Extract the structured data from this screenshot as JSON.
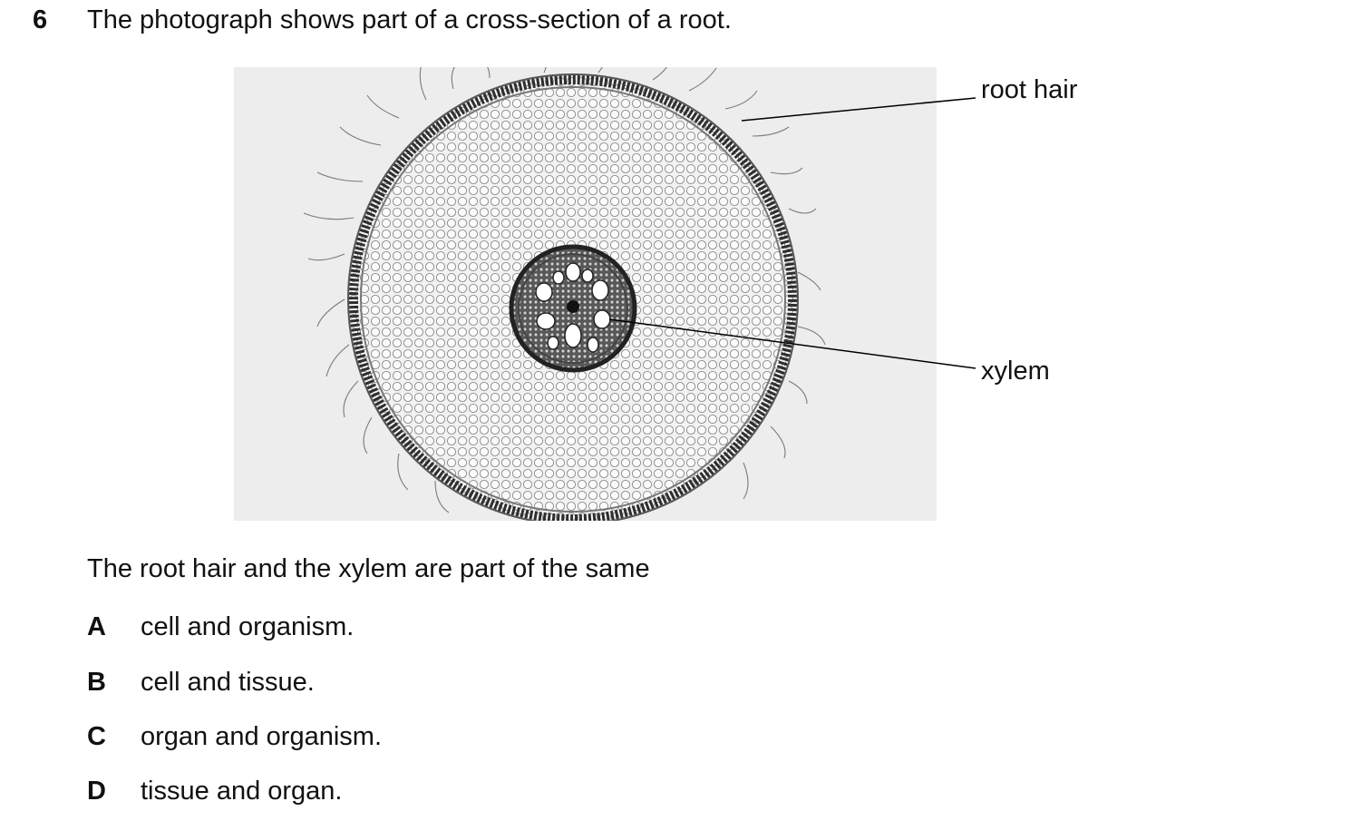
{
  "question": {
    "number": "6",
    "stem": "The photograph shows part of a cross-section of a root.",
    "lead": "The root hair and the xylem are part of the same"
  },
  "figure": {
    "labels": {
      "root_hair": "root hair",
      "xylem": "xylem"
    }
  },
  "options": [
    {
      "letter": "A",
      "text": "cell and organism."
    },
    {
      "letter": "B",
      "text": "cell and tissue."
    },
    {
      "letter": "C",
      "text": "organ and organism."
    },
    {
      "letter": "D",
      "text": "tissue and organ."
    }
  ]
}
